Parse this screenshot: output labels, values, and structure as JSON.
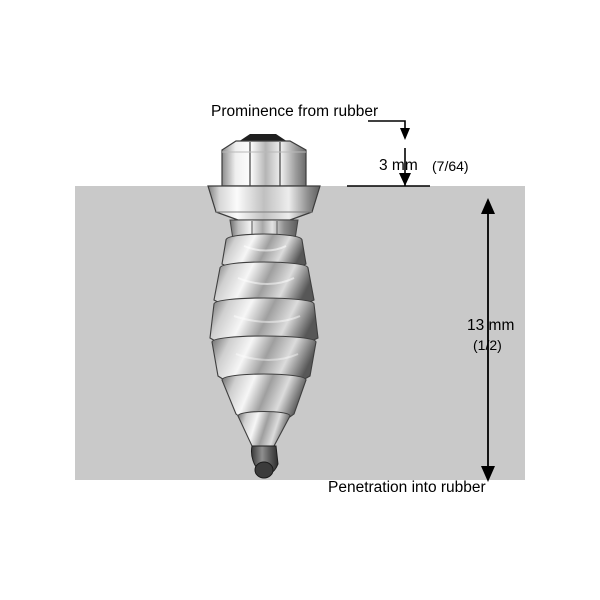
{
  "diagram": {
    "title_label": "Prominence from rubber",
    "bottom_label": "Penetration into rubber",
    "prominence": {
      "value_mm": "3 mm",
      "value_inch": "(7/64)"
    },
    "penetration": {
      "value_mm": "13 mm",
      "value_inch": "(1/2)"
    },
    "subject": "tire-stud-screw",
    "colors": {
      "background": "#ffffff",
      "rubber": "#c9c9c9",
      "ink": "#000000",
      "metal_light": "#e8e8e8",
      "metal_mid": "#9a9a9a",
      "metal_dark": "#4a4a4a"
    }
  }
}
